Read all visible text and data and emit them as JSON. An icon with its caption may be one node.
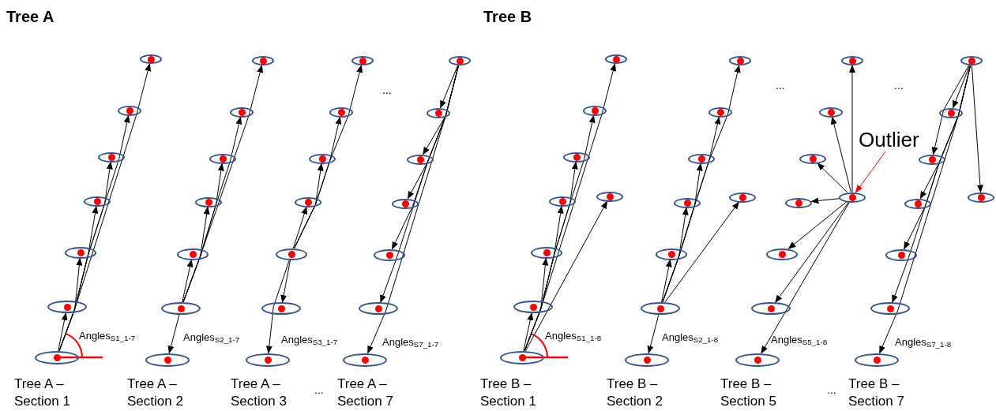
{
  "diagram": {
    "nodes": [
      {
        "text": [],
        "shape": "ellipse"
      },
      {
        "text": [],
        "shape": "ellipse"
      },
      {
        "text": [],
        "shape": "ellipse"
      },
      {
        "text": [],
        "shape": "ellipse"
      },
      {
        "text": [],
        "shape": "ellipse"
      },
      {
        "text": [],
        "shape": "ellipse"
      },
      {
        "text": [],
        "shape": "ellipse"
      },
      {
        "text": [],
        "shape": "ellipse"
      },
      {
        "text": [],
        "shape": "ellipse"
      },
      {
        "text": [],
        "shape": "ellipse"
      },
      {
        "text": [],
        "shape": "ellipse"
      },
      {
        "text": [],
        "shape": "ellipse"
      },
      {
        "text": [],
        "shape": "ellipse"
      },
      {
        "text": [],
        "shape": "ellipse"
      },
      {
        "text": [],
        "shape": "ellipse"
      },
      {
        "text": [],
        "shape": "ellipse"
      },
      {
        "text": [],
        "shape": "ellipse"
      },
      {
        "text": [],
        "shape": "ellipse"
      },
      {
        "text": [],
        "shape": "ellipse"
      },
      {
        "text": [],
        "shape": "ellipse"
      },
      {
        "text": [],
        "shape": "ellipse"
      },
      {
        "text": [],
        "shape": "ellipse"
      },
      {
        "text": [],
        "shape": "ellipse"
      },
      {
        "text": [],
        "shape": "ellipse"
      },
      {
        "text": [],
        "shape": "ellipse"
      },
      {
        "text": [],
        "shape": "ellipse"
      },
      {
        "text": [],
        "shape": "ellipse"
      },
      {
        "text": [],
        "shape": "ellipse"
      },
      {
        "text": [],
        "shape": "ellipse"
      },
      {
        "text": [],
        "shape": "ellipse"
      },
      {
        "text": [],
        "shape": "ellipse"
      },
      {
        "text": [],
        "shape": "ellipse"
      },
      {
        "text": [],
        "shape": "ellipse"
      },
      {
        "text": [],
        "shape": "ellipse"
      },
      {
        "text": [],
        "shape": "ellipse"
      },
      {
        "text": [],
        "shape": "ellipse"
      },
      {
        "text": [],
        "shape": "ellipse"
      },
      {
        "text": [],
        "shape": "ellipse"
      },
      {
        "text": [],
        "shape": "ellipse"
      },
      {
        "text": [],
        "shape": "ellipse"
      },
      {
        "text": [],
        "shape": "ellipse"
      },
      {
        "text": [],
        "shape": "ellipse"
      },
      {
        "text": [],
        "shape": "ellipse"
      },
      {
        "text": [],
        "shape": "ellipse"
      },
      {
        "text": [],
        "shape": "ellipse"
      },
      {
        "text": [],
        "shape": "ellipse"
      },
      {
        "text": [],
        "shape": "ellipse"
      },
      {
        "text": [],
        "shape": "ellipse"
      },
      {
        "text": [],
        "shape": "ellipse"
      },
      {
        "text": [],
        "shape": "ellipse"
      },
      {
        "text": [],
        "shape": "ellipse"
      },
      {
        "text": [],
        "shape": "ellipse"
      },
      {
        "text": [],
        "shape": "ellipse"
      },
      {
        "text": [],
        "shape": "ellipse"
      },
      {
        "text": [],
        "shape": "ellipse"
      },
      {
        "text": [],
        "shape": "ellipse"
      },
      {
        "text": [],
        "shape": "ellipse"
      },
      {
        "text": [],
        "shape": "ellipse"
      },
      {
        "text": [],
        "shape": "ellipse"
      },
      {
        "text": [],
        "shape": "ellipse"
      },
      {
        "text": [
          "Outlier"
        ]
      }
    ],
    "edges": [
      {
        "from": 6,
        "to": 0,
        "arrow": "to"
      },
      {
        "from": 6,
        "to": 1,
        "arrow": "to"
      },
      {
        "from": 6,
        "to": 2,
        "arrow": "to"
      },
      {
        "from": 6,
        "to": 3,
        "arrow": "to"
      },
      {
        "from": 6,
        "to": 4,
        "arrow": "to"
      },
      {
        "from": 6,
        "to": 5,
        "arrow": "to"
      },
      {
        "from": 12,
        "to": 7,
        "arrow": "to"
      },
      {
        "from": 12,
        "to": 8,
        "arrow": "to"
      },
      {
        "from": 12,
        "to": 9,
        "arrow": "to"
      },
      {
        "from": 12,
        "to": 10,
        "arrow": "to"
      },
      {
        "from": 12,
        "to": 11,
        "arrow": "to"
      },
      {
        "from": 12,
        "to": 13,
        "arrow": "to"
      },
      {
        "from": 18,
        "to": 14,
        "arrow": "to"
      },
      {
        "from": 18,
        "to": 15,
        "arrow": "to"
      },
      {
        "from": 18,
        "to": 16,
        "arrow": "to"
      },
      {
        "from": 18,
        "to": 17,
        "arrow": "to"
      },
      {
        "from": 18,
        "to": 19,
        "arrow": "to"
      },
      {
        "from": 18,
        "to": 20,
        "arrow": "to"
      },
      {
        "from": 21,
        "to": 22,
        "arrow": "to"
      },
      {
        "from": 21,
        "to": 23,
        "arrow": "to"
      },
      {
        "from": 21,
        "to": 24,
        "arrow": "to"
      },
      {
        "from": 21,
        "to": 25,
        "arrow": "to"
      },
      {
        "from": 21,
        "to": 26,
        "arrow": "to"
      },
      {
        "from": 21,
        "to": 27,
        "arrow": "to"
      },
      {
        "from": 35,
        "to": 28,
        "arrow": "to"
      },
      {
        "from": 35,
        "to": 29,
        "arrow": "to"
      },
      {
        "from": 35,
        "to": 30,
        "arrow": "to"
      },
      {
        "from": 35,
        "to": 31,
        "arrow": "to"
      },
      {
        "from": 35,
        "to": 32,
        "arrow": "to"
      },
      {
        "from": 35,
        "to": 33,
        "arrow": "to"
      },
      {
        "from": 35,
        "to": 34,
        "arrow": "to"
      },
      {
        "from": 42,
        "to": 36,
        "arrow": "to"
      },
      {
        "from": 42,
        "to": 37,
        "arrow": "to"
      },
      {
        "from": 42,
        "to": 38,
        "arrow": "to"
      },
      {
        "from": 42,
        "to": 39,
        "arrow": "to"
      },
      {
        "from": 42,
        "to": 40,
        "arrow": "to"
      },
      {
        "from": 42,
        "to": 41,
        "arrow": "to"
      },
      {
        "from": 42,
        "to": 43,
        "arrow": "to"
      },
      {
        "from": 47,
        "to": 44,
        "arrow": "to"
      },
      {
        "from": 47,
        "to": 45,
        "arrow": "to"
      },
      {
        "from": 47,
        "to": 46,
        "arrow": "to"
      },
      {
        "from": 47,
        "to": 48,
        "arrow": "to"
      },
      {
        "from": 47,
        "to": 49,
        "arrow": "to"
      },
      {
        "from": 47,
        "to": 50,
        "arrow": "to"
      },
      {
        "from": 47,
        "to": 51,
        "arrow": "to"
      },
      {
        "from": 52,
        "to": 53,
        "arrow": "to"
      },
      {
        "from": 52,
        "to": 54,
        "arrow": "to"
      },
      {
        "from": 52,
        "to": 55,
        "arrow": "to"
      },
      {
        "from": 52,
        "to": 56,
        "arrow": "to"
      },
      {
        "from": 52,
        "to": 57,
        "arrow": "to"
      },
      {
        "from": 52,
        "to": 58,
        "arrow": "to"
      },
      {
        "from": 52,
        "to": 59,
        "arrow": "to"
      },
      {
        "from": 60,
        "to": 47,
        "arrow": "to",
        "color": "#ff0000"
      }
    ],
    "labels": [
      "Tree A",
      "Tree B",
      "...",
      "...",
      "...",
      "Angles$_{S1_1-7}$",
      "Angles$_{S2_1-7}$",
      "Angles$_{S3_1-7}$",
      "Angles$_{S7_1-7}$",
      "Angles$_{S1_1-8}$",
      "Angles$_{S2_1-8}$",
      "Angles$_{S5_1-8}$",
      "Angles$_{S7_1-8}$",
      "Tree A – Section 1",
      "Tree A – Section 2",
      "Tree A – Section 3",
      "...",
      "Tree A – Section 7",
      "Tree B – Section 1",
      "Tree B – Section 2",
      "Tree B – Section 5",
      "...",
      "Tree B – Section 7"
    ]
  }
}
